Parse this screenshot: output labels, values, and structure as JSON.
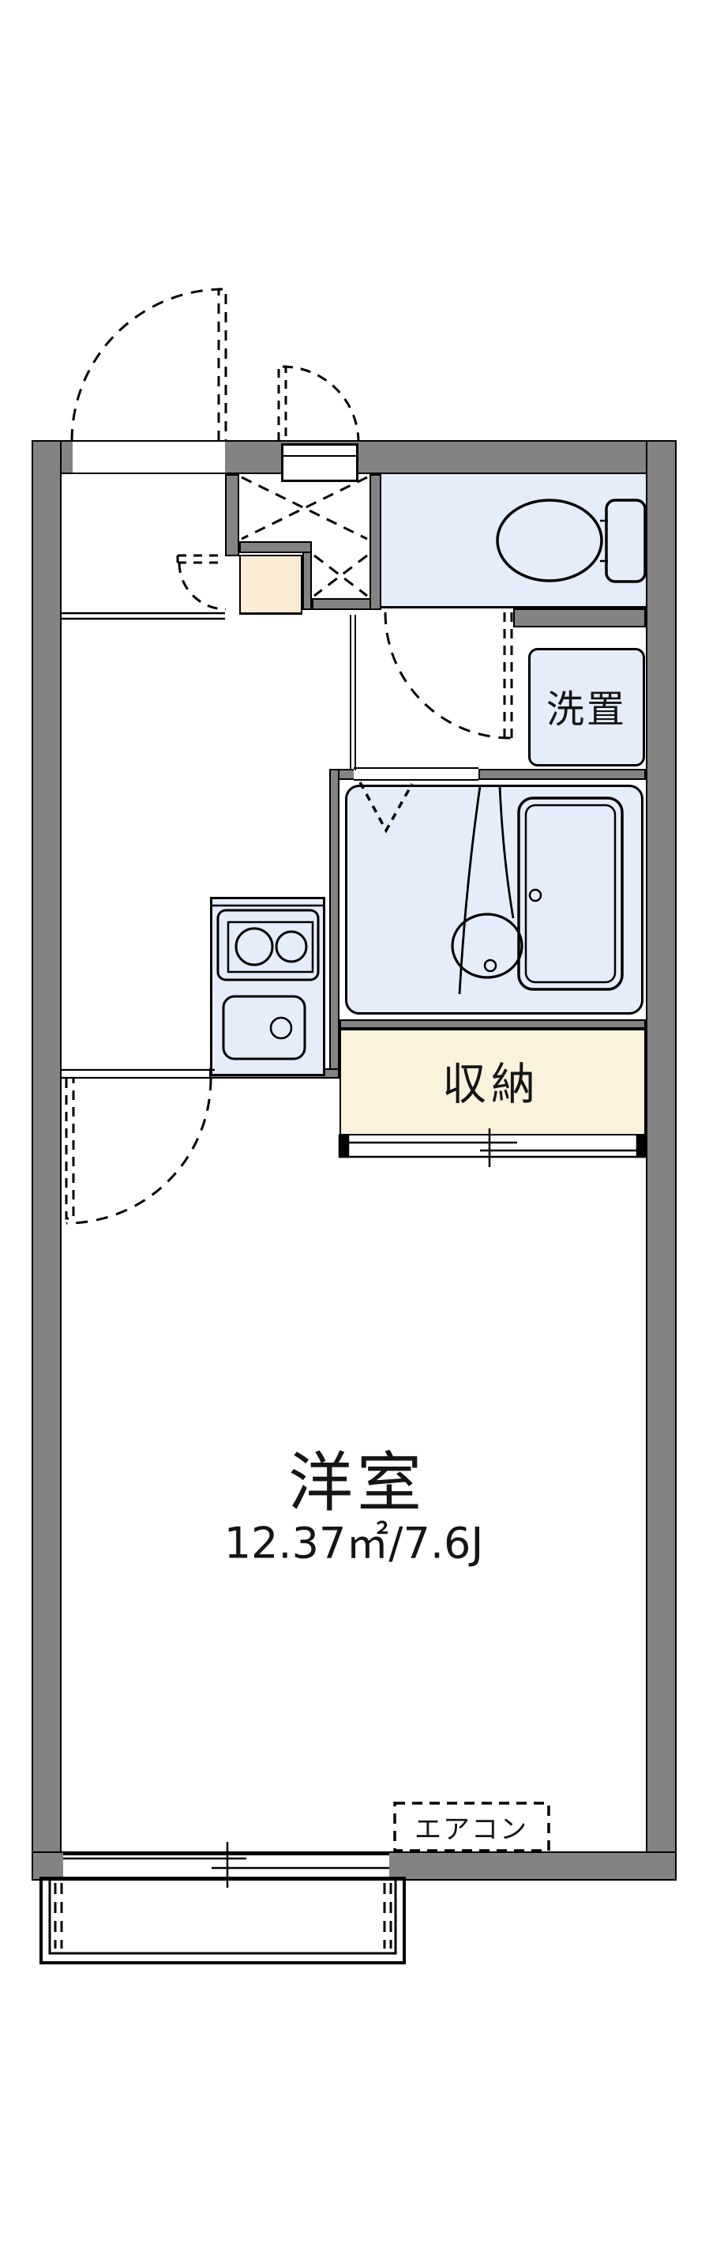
{
  "floorplan": {
    "labels": {
      "western_room": "洋室",
      "western_room_area": "12.37㎡/7.6J",
      "storage": "収納",
      "washer_space": "洗置",
      "aircon": "エアコン"
    },
    "colors": {
      "wall_gray": "#838383",
      "water_area_blue": "#E5EDFB",
      "storage_cream": "#FBF2DC",
      "genkan_beige": "#FAEBD2",
      "line_black": "#000000"
    }
  }
}
